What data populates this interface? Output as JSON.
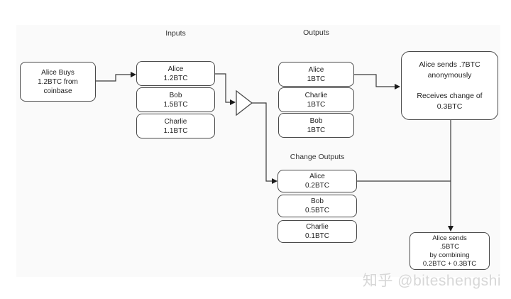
{
  "diagram": {
    "source_box": {
      "line1": "Alice Buys",
      "line2": "1.2BTC from",
      "line3": "coinbase"
    },
    "labels": {
      "inputs": "Inputs",
      "outputs": "Outputs",
      "change_outputs": "Change Outputs"
    },
    "inputs": [
      {
        "name": "Alice",
        "amount": "1.2BTC"
      },
      {
        "name": "Bob",
        "amount": "1.5BTC"
      },
      {
        "name": "Charlie",
        "amount": "1.1BTC"
      }
    ],
    "outputs": [
      {
        "name": "Alice",
        "amount": "1BTC"
      },
      {
        "name": "Charlie",
        "amount": "1BTC"
      },
      {
        "name": "Bob",
        "amount": "1BTC"
      }
    ],
    "change_outputs": [
      {
        "name": "Alice",
        "amount": "0.2BTC"
      },
      {
        "name": "Bob",
        "amount": "0.5BTC"
      },
      {
        "name": "Charlie",
        "amount": "0.1BTC"
      }
    ],
    "result_box": {
      "line1": "Alice sends .7BTC",
      "line2": "anonymously",
      "line3": "Receives change of",
      "line4": "0.3BTC"
    },
    "combine_box": {
      "line1": "Alice sends",
      "line2": ".5BTC",
      "line3": "by combining",
      "line4": "0.2BTC + 0.3BTC"
    },
    "colors": {
      "box_border": "#4a4a4a",
      "line": "#3a3a3a",
      "panel_bg": "#fafafa"
    }
  },
  "watermark": {
    "text": "知乎 @biteshengshi"
  }
}
